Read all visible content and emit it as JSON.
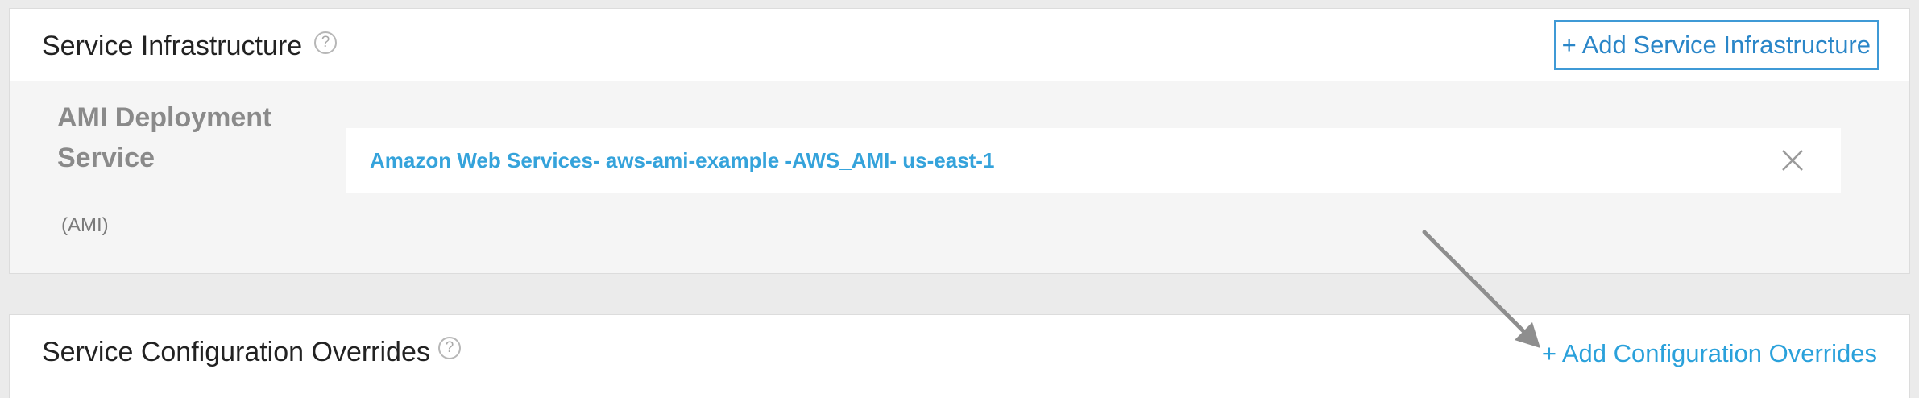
{
  "service_infrastructure": {
    "title": "Service Infrastructure",
    "help_icon": "?",
    "add_button_label": "+ Add Service Infrastructure",
    "service": {
      "name": "AMI Deployment Service",
      "type": "(AMI)",
      "infra_mapping": "Amazon Web Services- aws-ami-example -AWS_AMI- us-east-1",
      "remove_icon": "close-icon"
    }
  },
  "service_configuration_overrides": {
    "title": "Service Configuration Overrides",
    "help_icon": "?",
    "add_link_label": "+ Add Configuration Overrides"
  },
  "colors": {
    "accent": "#2aa1db",
    "button_border": "#3f9ad6",
    "arrow": "#8e8e8e",
    "panel_bg": "#ffffff",
    "body_bg": "#f5f5f5"
  }
}
